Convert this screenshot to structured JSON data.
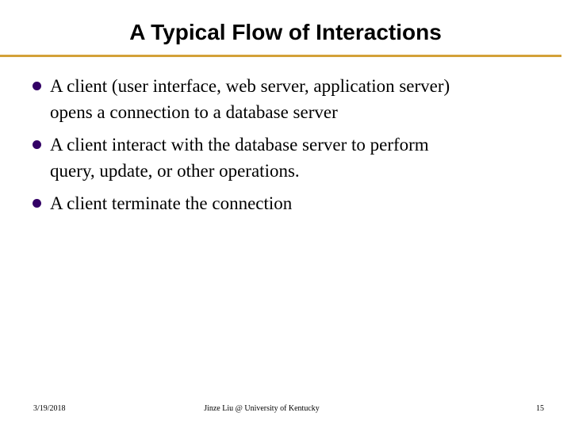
{
  "slide": {
    "title": "A Typical Flow of Interactions",
    "bullets": [
      "A client (user interface, web server, application server)\nopens a connection to a database server",
      "A client interact with the database server to perform\nquery, update, or other operations.",
      "A client terminate the connection"
    ],
    "footer": {
      "date": "3/19/2018",
      "credit": "Jinze Liu @ University of Kentucky",
      "page_number": "15"
    },
    "colors": {
      "accent_line": "#D3A138",
      "bullet_marker": "#330066"
    }
  }
}
